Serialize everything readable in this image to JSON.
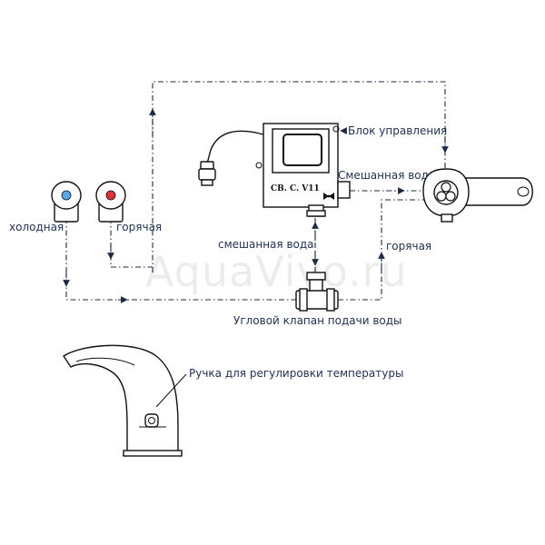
{
  "labels": {
    "cold": "холодная",
    "hot_left": "горячая",
    "control_unit": "Блок управления",
    "mixed_water_right": "Смешанная вода",
    "mixed_water_center": "смешанная вода",
    "hot_right": "горячая",
    "angle_valve": "Угловой клапан подачи воды",
    "temp_handle": "Ручка для регулировки температуры"
  },
  "control_unit_marking": "CB. C. V11",
  "watermark": "AquaVivo.ru",
  "colors": {
    "line": "#1c2a44",
    "label_text": "#1f3150",
    "cold_indicator": "#5aa7e6",
    "hot_indicator": "#d8343a"
  }
}
